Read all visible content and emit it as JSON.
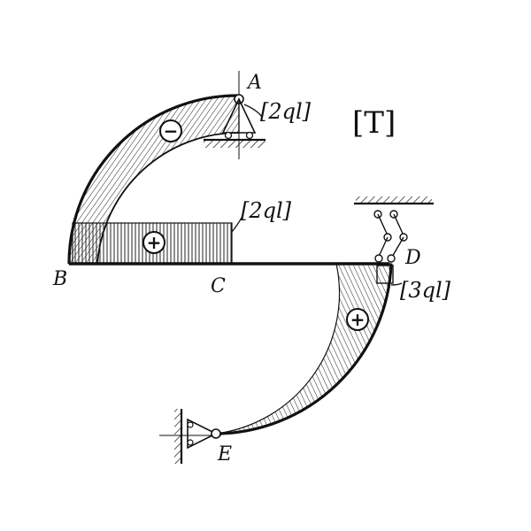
{
  "diagram": {
    "title": "[T]",
    "points": {
      "A": "A",
      "B": "B",
      "C": "C",
      "D": "D",
      "E": "E"
    },
    "values": {
      "top_arc": "[2ql]",
      "horizontal": "[2ql]",
      "lower_arc": "[3ql]"
    },
    "signs": {
      "top_arc": "−",
      "horizontal": "+",
      "lower_arc": "+"
    }
  }
}
